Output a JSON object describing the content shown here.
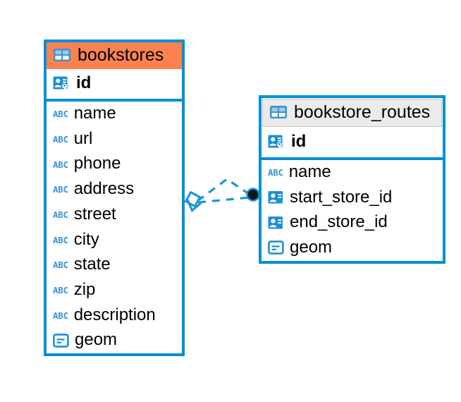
{
  "diagram": {
    "type": "entity-relationship-diagram",
    "background": "#ffffff",
    "accent_blue": "#0090d4",
    "accent_orange": "#fa8251",
    "accent_gray": "#ebebeb",
    "icon_blue": "#3a93d4"
  },
  "entities": [
    {
      "id": "bookstores",
      "title": "bookstores",
      "header_icon": "table-icon",
      "header_color": "#fa8251",
      "fields": [
        {
          "name": "id",
          "icon": "primary-key-icon",
          "key": true
        },
        {
          "name": "name",
          "icon": "abc-text-icon",
          "key": false
        },
        {
          "name": "url",
          "icon": "abc-text-icon",
          "key": false
        },
        {
          "name": "phone",
          "icon": "abc-text-icon",
          "key": false
        },
        {
          "name": "address",
          "icon": "abc-text-icon",
          "key": false
        },
        {
          "name": "street",
          "icon": "abc-text-icon",
          "key": false
        },
        {
          "name": "city",
          "icon": "abc-text-icon",
          "key": false
        },
        {
          "name": "state",
          "icon": "abc-text-icon",
          "key": false
        },
        {
          "name": "zip",
          "icon": "abc-text-icon",
          "key": false
        },
        {
          "name": "description",
          "icon": "abc-text-icon",
          "key": false
        },
        {
          "name": "geom",
          "icon": "geometry-icon",
          "key": false
        }
      ]
    },
    {
      "id": "bookstore_routes",
      "title": "bookstore_routes",
      "header_icon": "table-icon",
      "header_color": "#ebebeb",
      "fields": [
        {
          "name": "id",
          "icon": "primary-key-icon",
          "key": true
        },
        {
          "name": "name",
          "icon": "abc-text-icon",
          "key": false
        },
        {
          "name": "start_store_id",
          "icon": "foreign-key-icon",
          "key": false
        },
        {
          "name": "end_store_id",
          "icon": "foreign-key-icon",
          "key": false
        },
        {
          "name": "geom",
          "icon": "geometry-icon",
          "key": false
        }
      ]
    }
  ],
  "relationships": [
    {
      "id": "rel-start-store",
      "from": "bookstores.id",
      "to": "bookstore_routes.start_store_id",
      "style": "dashed",
      "color": "#0090d4",
      "source_marker": "crows-foot-diamond",
      "target_marker": "filled-circle"
    },
    {
      "id": "rel-end-store",
      "from": "bookstores.id",
      "to": "bookstore_routes.end_store_id",
      "style": "dashed",
      "color": "#0090d4",
      "source_marker": "crows-foot-diamond",
      "target_marker": "filled-circle"
    }
  ],
  "icon_labels": {
    "abc": "ABC"
  }
}
